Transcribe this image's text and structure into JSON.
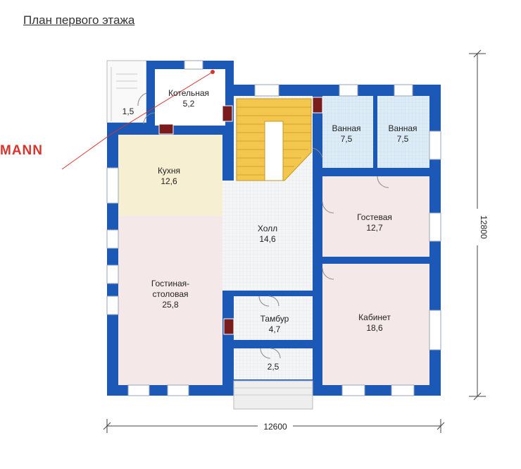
{
  "title": "План первого этажа",
  "brand": "MANN",
  "rooms": [
    {
      "id": "porch-top",
      "name": "",
      "area": "1,5"
    },
    {
      "id": "boiler",
      "name": "Котельная",
      "area": "5,2"
    },
    {
      "id": "bath1",
      "name": "Ванная",
      "area": "7,5"
    },
    {
      "id": "bath2",
      "name": "Ванная",
      "area": "7,5"
    },
    {
      "id": "kitchen",
      "name": "Кухня",
      "area": "12,6"
    },
    {
      "id": "hall",
      "name": "Холл",
      "area": "14,6"
    },
    {
      "id": "guest",
      "name": "Гостевая",
      "area": "12,7"
    },
    {
      "id": "living1",
      "name": "Гостиная-",
      "area": ""
    },
    {
      "id": "living2",
      "name": "столовая",
      "area": "25,8"
    },
    {
      "id": "vestibule",
      "name": "Тамбур",
      "area": "4,7"
    },
    {
      "id": "study",
      "name": "Кабинет",
      "area": "18,6"
    },
    {
      "id": "porch",
      "name": "",
      "area": "2,5"
    }
  ],
  "dimensions": {
    "width": "12600",
    "height": "12800"
  },
  "colors": {
    "wall": "#1c58b5",
    "kitchen": "#f7efd1",
    "living": "#f5e8e8",
    "bath": "#dcecf6",
    "hall": "#eef1f4",
    "stairs": "#f3c64e",
    "brand": "#d9342b"
  }
}
